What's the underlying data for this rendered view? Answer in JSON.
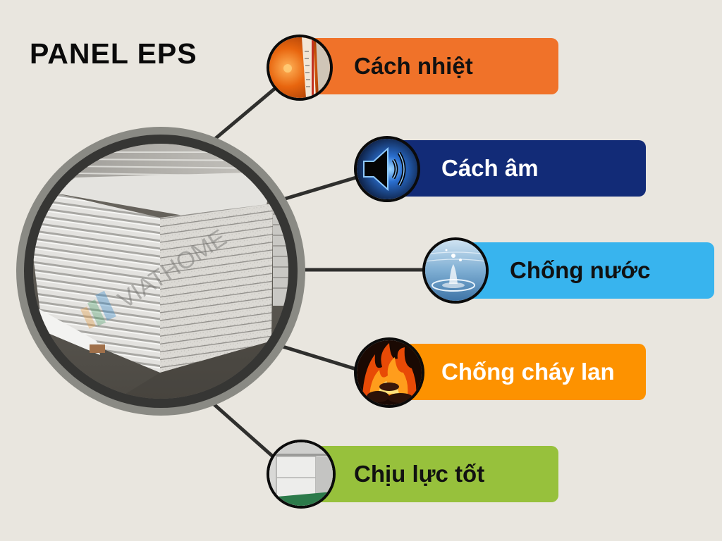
{
  "title": "PANEL EPS",
  "main_image": {
    "subject": "stacked EPS sandwich panels",
    "watermark": "VIATHOME"
  },
  "features": [
    {
      "label": "Cách nhiệt",
      "icon": "thermometer-icon",
      "bar_color": "#f07229",
      "text_color": "#111111"
    },
    {
      "label": "Cách âm",
      "icon": "speaker-icon",
      "bar_color": "#122b77",
      "text_color": "#ffffff"
    },
    {
      "label": "Chống nước",
      "icon": "water-drop-icon",
      "bar_color": "#38b4ee",
      "text_color": "#111111"
    },
    {
      "label": "Chống cháy lan",
      "icon": "fire-icon",
      "bar_color": "#fd9200",
      "text_color": "#ffffff"
    },
    {
      "label": "Chịu lực tốt",
      "icon": "panel-wall-icon",
      "bar_color": "#97c13c",
      "text_color": "#111111"
    }
  ],
  "colors": {
    "background": "#e9e6df",
    "connector": "#2f2f2d",
    "ring_outer": "#8a8a84",
    "ring_inner": "#363634"
  }
}
